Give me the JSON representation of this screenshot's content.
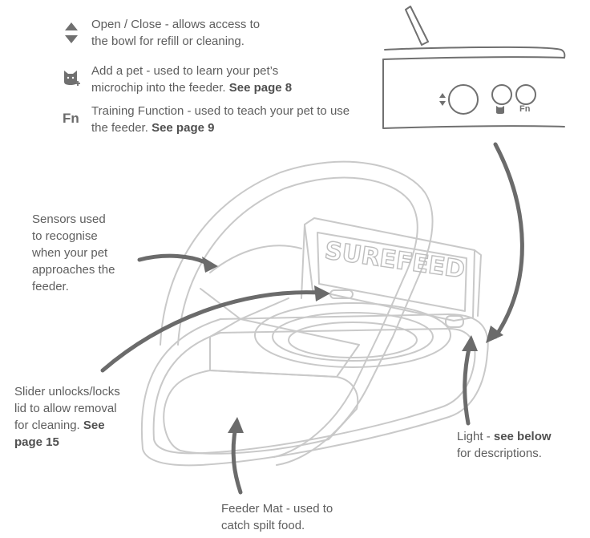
{
  "legend": [
    {
      "icon": "open-close-arrows-icon",
      "line1": "Open / Close - allows access to",
      "line2": "the bowl for refill or cleaning.",
      "bold": ""
    },
    {
      "icon": "cat-plus-icon",
      "line1": "Add a pet - used to learn your pet’s",
      "line2": "microchip into the feeder.",
      "bold": "See page 8"
    },
    {
      "icon": "fn-icon",
      "icon_text": "Fn",
      "line1": "Training Function - used to teach your pet to use",
      "line2": "the feeder.",
      "bold": "See page 9"
    }
  ],
  "panel": {
    "fn_label": "Fn"
  },
  "brand": "SUREFEED",
  "callouts": {
    "sensors": [
      "Sensors used",
      "to recognise",
      "when your pet",
      "approaches the",
      "feeder."
    ],
    "slider": {
      "lines": [
        "Slider unlocks/locks",
        "lid to allow removal",
        "for cleaning."
      ],
      "bold1": "See",
      "bold2": "page 15"
    },
    "light": {
      "text": "Light - ",
      "bold": "see below",
      "line2": "for descriptions."
    },
    "mat": [
      "Feeder Mat - used to",
      "catch spilt food."
    ]
  }
}
